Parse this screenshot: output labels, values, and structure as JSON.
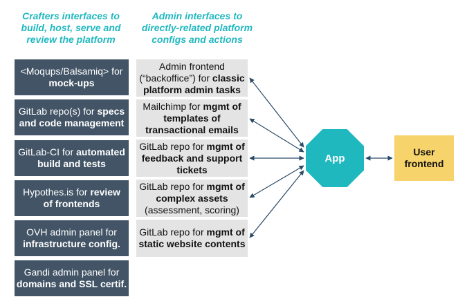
{
  "headers": {
    "left": [
      "Crafters interfaces to",
      "build, host, serve and",
      "review the platform"
    ],
    "middle": [
      "Admin interfaces to",
      "directly-related platform",
      "configs and actions"
    ]
  },
  "crafters": [
    [
      {
        "t": "<Moqups/Balsamiq> for",
        "b": false
      },
      {
        "t": "mock-ups",
        "b": true
      }
    ],
    [
      {
        "t": "GitLab repo(s) for ",
        "b": false
      },
      {
        "t": "specs",
        "b": true
      },
      {
        "t": "and code management",
        "b": true
      }
    ],
    [
      {
        "t": "GitLab-CI for ",
        "b": false
      },
      {
        "t": "automated",
        "b": true
      },
      {
        "t": "build and tests",
        "b": true
      }
    ],
    [
      {
        "t": "Hypothes.is for ",
        "b": false
      },
      {
        "t": "review",
        "b": true
      },
      {
        "t": "of frontends",
        "b": true
      }
    ],
    [
      {
        "t": "OVH admin panel for",
        "b": false
      },
      {
        "t": "infrastructure config.",
        "b": true
      }
    ],
    [
      {
        "t": "Gandi admin panel for",
        "b": false
      },
      {
        "t": "domains and SSL certif.",
        "b": true
      }
    ]
  ],
  "admins": [
    [
      {
        "t": "Admin frontend",
        "b": false
      },
      {
        "t": "(“backoffice”) for ",
        "b": false
      },
      {
        "t": "classic",
        "b": true
      },
      {
        "t": "platform admin tasks",
        "b": true
      }
    ],
    [
      {
        "t": "Mailchimp for ",
        "b": false
      },
      {
        "t": "mgmt of",
        "b": true
      },
      {
        "t": "templates of",
        "b": true
      },
      {
        "t": "transactional emails",
        "b": true
      }
    ],
    [
      {
        "t": "GitLab repo for ",
        "b": false
      },
      {
        "t": "mgmt of",
        "b": true
      },
      {
        "t": "feedback and support",
        "b": true
      },
      {
        "t": "tickets",
        "b": true
      }
    ],
    [
      {
        "t": "GitLab repo for ",
        "b": false
      },
      {
        "t": "mgmt of",
        "b": true
      },
      {
        "t": "complex assets",
        "b": true
      },
      {
        "t": "(assessment, scoring)",
        "b": false
      }
    ],
    [
      {
        "t": "GitLab repo for ",
        "b": false
      },
      {
        "t": "mgmt of",
        "b": true
      },
      {
        "t": "static website contents",
        "b": true
      }
    ]
  ],
  "app_label": "App",
  "user_frontend_label": [
    "User",
    "frontend"
  ],
  "colors": {
    "teal": "#1fb8bf",
    "dark_box": "#425466",
    "light_box": "#e4e4e4",
    "user_box": "#f7d36b"
  }
}
